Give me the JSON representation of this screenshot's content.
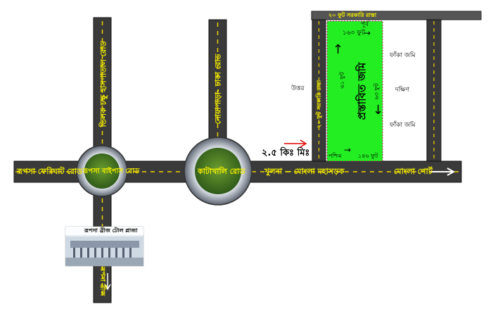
{
  "roads": {
    "tilak_road": "তিলক চক্ষু হাসপাতাল রোড",
    "dhaka_road": "নোয়াপাড়া- ঢাকা রোড",
    "rupsha_ferighat": "রূপসা ফেরিঘাট রোড",
    "rupsha_bypass": "রূপসা বাইপাস রোড",
    "katakhali_road": "কাটাখালি রোড",
    "khulna_mongla": "খুলনা -- মোংলা মহাসড়ক",
    "mongla_port": "মোংলা পোর্ট",
    "rupsha_bridge": "রূপসা ব্রীজ",
    "govt_road_top": "২০ ফুট সরকারি রাস্তা",
    "govt_road_left": "২০ ফুট সরকারি রাস্তা"
  },
  "distance": "২.৫ কিঃ মিঃ",
  "toll_plaza": "রূপসা ব্রীজ টোল প্লাজা",
  "plot": {
    "title": "প্রস্তাবিত জমি",
    "north": "পূর্ব",
    "north_len": "১৬০ ফুট",
    "south": "পশ্চিম",
    "south_len": "১৪৬ ফুট",
    "west_len": "৬১ ফুট",
    "east_len": "৬৩ ফুট"
  },
  "directions": {
    "uttar": "উত্তর",
    "dakkhin": "দক্ষিণ"
  },
  "empty_land_1": "ফাঁকা জমি",
  "empty_land_2": "ফাঁকা জমি",
  "colors": {
    "road": "#3a3a3a",
    "plot": "#22ee22",
    "label": "#f6f000",
    "pointer": "#e00000"
  }
}
